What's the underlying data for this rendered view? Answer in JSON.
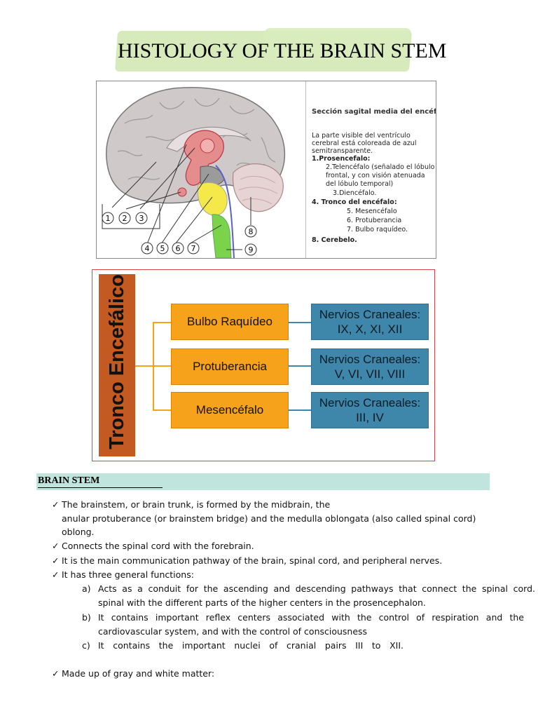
{
  "title": "HISTOLOGY OF THE BRAIN STEM",
  "figure1": {
    "legend_title": "Sección sagital media del encéfalo",
    "legend_lines": [
      "La parte visible del ventrículo",
      "cerebral está coloreada de azul",
      "semitransparente."
    ],
    "items": [
      {
        "text": "1.Prosencefalo:",
        "bold": true
      },
      {
        "text": "2.Telencéfalo (señalado el lóbulo",
        "bold": false
      },
      {
        "text": "frontal, y con visión atenuada",
        "bold": false
      },
      {
        "text": "del lóbulo temporal)",
        "bold": false
      },
      {
        "text": "3.Diencéfalo.",
        "bold": false
      },
      {
        "text": "4. Tronco del encéfalo:",
        "bold": true
      },
      {
        "text": "5. Mesencéfalo",
        "bold": false
      },
      {
        "text": "6. Protuberancia",
        "bold": false
      },
      {
        "text": "7. Bulbo raquídeo.",
        "bold": false
      },
      {
        "text": "8. Cerebelo.",
        "bold": true
      }
    ],
    "labels": [
      "1",
      "2",
      "3",
      "4",
      "5",
      "6",
      "7",
      "8",
      "9"
    ],
    "colors": {
      "brain": "#cfc9c9",
      "diencephalon": "#e58c8c",
      "midbrain": "#9b9b9b",
      "pons": "#f5e94a",
      "medulla": "#7bd34c",
      "cerebellum": "#e6d3d3"
    }
  },
  "figure2": {
    "root": "Tronco Encefálico",
    "rows": [
      {
        "part": "Bulbo Raquídeo",
        "nerves_title": "Nervios Craneales:",
        "nerves": "IX, X, XI, XII"
      },
      {
        "part": "Protuberancia",
        "nerves_title": "Nervios Craneales:",
        "nerves": "V, VI, VII, VIII"
      },
      {
        "part": "Mesencéfalo",
        "nerves_title": "Nervios Craneales:",
        "nerves": "III, IV"
      }
    ],
    "colors": {
      "root": "#c25a22",
      "part": "#f7a21b",
      "nerves": "#3e87ab"
    }
  },
  "section": {
    "title": "BRAIN STEM",
    "bullet_icon": "✓",
    "bullets": [
      {
        "lines": [
          "The brainstem, or brain trunk, is formed by the midbrain, the",
          "anular protuberance (or brainstem bridge) and the medulla oblongata (also called spinal cord)",
          "oblong."
        ]
      },
      {
        "lines": [
          "Connects the spinal cord with the forebrain."
        ]
      },
      {
        "lines": [
          "It is the main communication pathway of the brain, spinal cord, and peripheral nerves."
        ]
      },
      {
        "lines": [
          "It has three general functions:"
        ]
      }
    ],
    "functions": [
      {
        "marker": "a)",
        "lines": [
          "Acts as a conduit for the ascending and descending pathways that connect the spinal cord.",
          "spinal with the different parts of the higher centers in the prosencephalon."
        ]
      },
      {
        "marker": "b)",
        "lines": [
          "It contains important reflex centers associated with the control of respiration and the",
          "cardiovascular system, and with the control of consciousness"
        ]
      },
      {
        "marker": "c)",
        "lines": [
          "It contains the important nuclei of cranial pairs III to XII."
        ]
      }
    ],
    "last_bullet": "Made up of gray and white matter:"
  }
}
